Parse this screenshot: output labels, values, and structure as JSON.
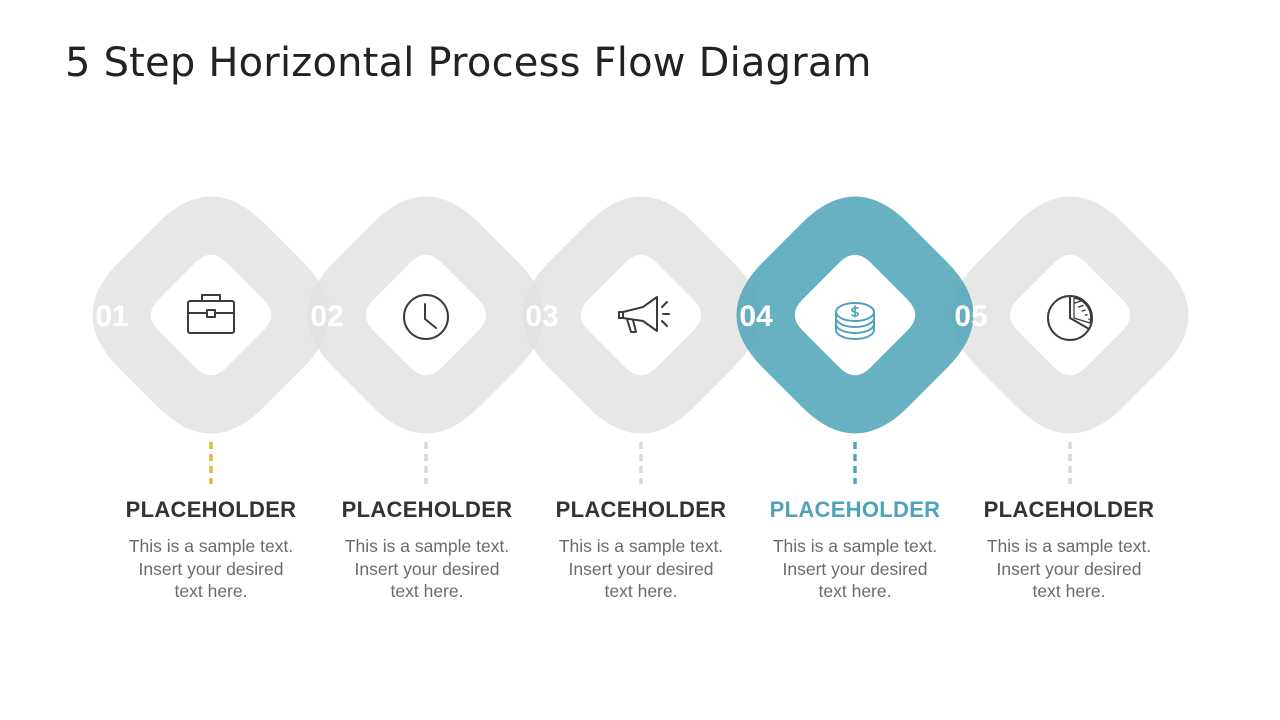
{
  "title": "5 Step Horizontal Process Flow Diagram",
  "colors": {
    "ring": "#e0e0e0",
    "active_ring": "#4ea3b9",
    "number": "#ffffff",
    "icon_stroke": "#3b3b3b",
    "active_icon_stroke": "#4ea3b9",
    "connector_first": "#e8b53d",
    "connector_active": "#4ea3b9",
    "connector_default": "#d9d9d9"
  },
  "steps": [
    {
      "number": "01",
      "icon": "briefcase-icon",
      "heading": "PLACEHOLDER",
      "lines": [
        "This is a sample text.",
        "Insert your desired",
        "text here."
      ],
      "active": false
    },
    {
      "number": "02",
      "icon": "clock-icon",
      "heading": "PLACEHOLDER",
      "lines": [
        "This is a sample text.",
        "Insert your desired",
        "text here."
      ],
      "active": false
    },
    {
      "number": "03",
      "icon": "megaphone-icon",
      "heading": "PLACEHOLDER",
      "lines": [
        "This is a sample text.",
        "Insert your desired",
        "text here."
      ],
      "active": false
    },
    {
      "number": "04",
      "icon": "dollar-coins-icon",
      "heading": "PLACEHOLDER",
      "lines": [
        "This is a sample text.",
        "Insert your desired",
        "text here."
      ],
      "active": true
    },
    {
      "number": "05",
      "icon": "pie-chart-icon",
      "heading": "PLACEHOLDER",
      "lines": [
        "This is a sample text.",
        "Insert your desired",
        "text here."
      ],
      "active": false
    }
  ]
}
